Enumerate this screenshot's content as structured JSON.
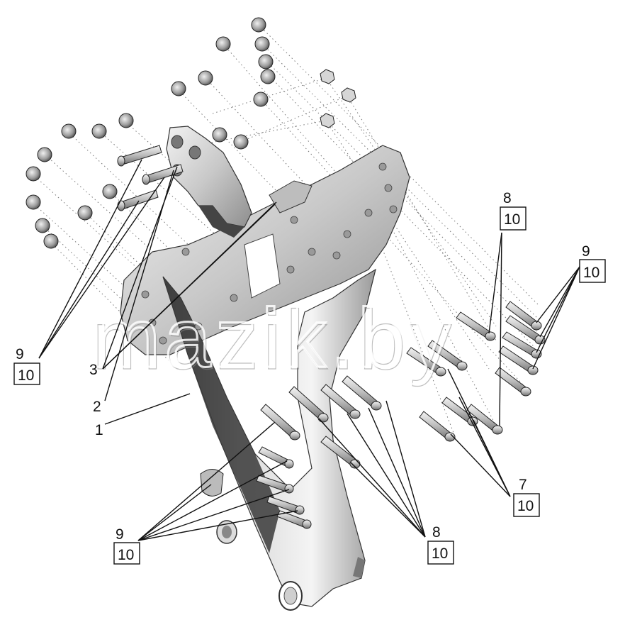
{
  "watermark": "mazik.by",
  "callouts": {
    "c1": {
      "label": "1"
    },
    "c2": {
      "label": "2"
    },
    "c3": {
      "label": "3"
    },
    "c9_left": {
      "label": "9",
      "qty": "10"
    },
    "c9_bottom": {
      "label": "9",
      "qty": "10"
    },
    "c9_right": {
      "label": "9",
      "qty": "10"
    },
    "c8_top": {
      "label": "8",
      "qty": "10"
    },
    "c8_bottom": {
      "label": "8",
      "qty": "10"
    },
    "c7": {
      "label": "7",
      "qty": "10"
    }
  },
  "colors": {
    "part": "#c9c9c9",
    "part_dark": "#3a3a3a",
    "part_light": "#ededed",
    "leader": "#111111"
  }
}
